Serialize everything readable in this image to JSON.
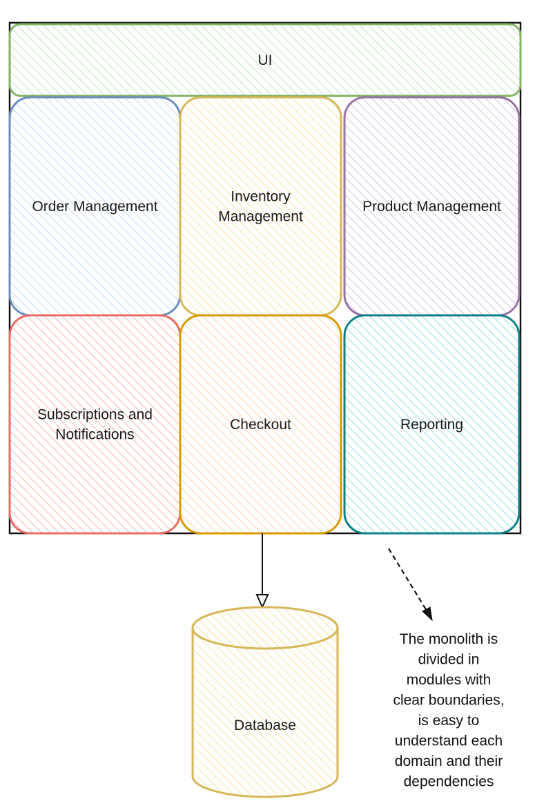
{
  "modules": [
    {
      "id": "ui",
      "lines": [
        "UI"
      ],
      "stroke": "#82b366",
      "fill": "#c8e3c4"
    },
    {
      "id": "order-management",
      "lines": [
        "Order Management"
      ],
      "stroke": "#6c8ebf",
      "fill": "#c9dcf5"
    },
    {
      "id": "inventory-management",
      "lines": [
        "Inventory",
        "Management"
      ],
      "stroke": "#d6b656",
      "fill": "#f7e6a8"
    },
    {
      "id": "product-management",
      "lines": [
        "Product Management"
      ],
      "stroke": "#9673a6",
      "fill": "#d6c6e0"
    },
    {
      "id": "subscriptions-notifications",
      "lines": [
        "Subscriptions and",
        "Notifications"
      ],
      "stroke": "#ea6b66",
      "fill": "#f5b9b6"
    },
    {
      "id": "checkout",
      "lines": [
        "Checkout"
      ],
      "stroke": "#d79b00",
      "fill": "#fbd5ae"
    },
    {
      "id": "reporting",
      "lines": [
        "Reporting"
      ],
      "stroke": "#0e8088",
      "fill": "#9fdde0"
    }
  ],
  "database": {
    "label": "Database",
    "stroke": "#d6b656",
    "fill": "#f7e6a8"
  },
  "note": {
    "lines": [
      "The monolith is",
      "divided in",
      "modules with",
      "clear boundaries,",
      "is easy to",
      "understand each",
      "domain and their",
      "dependencies"
    ]
  }
}
